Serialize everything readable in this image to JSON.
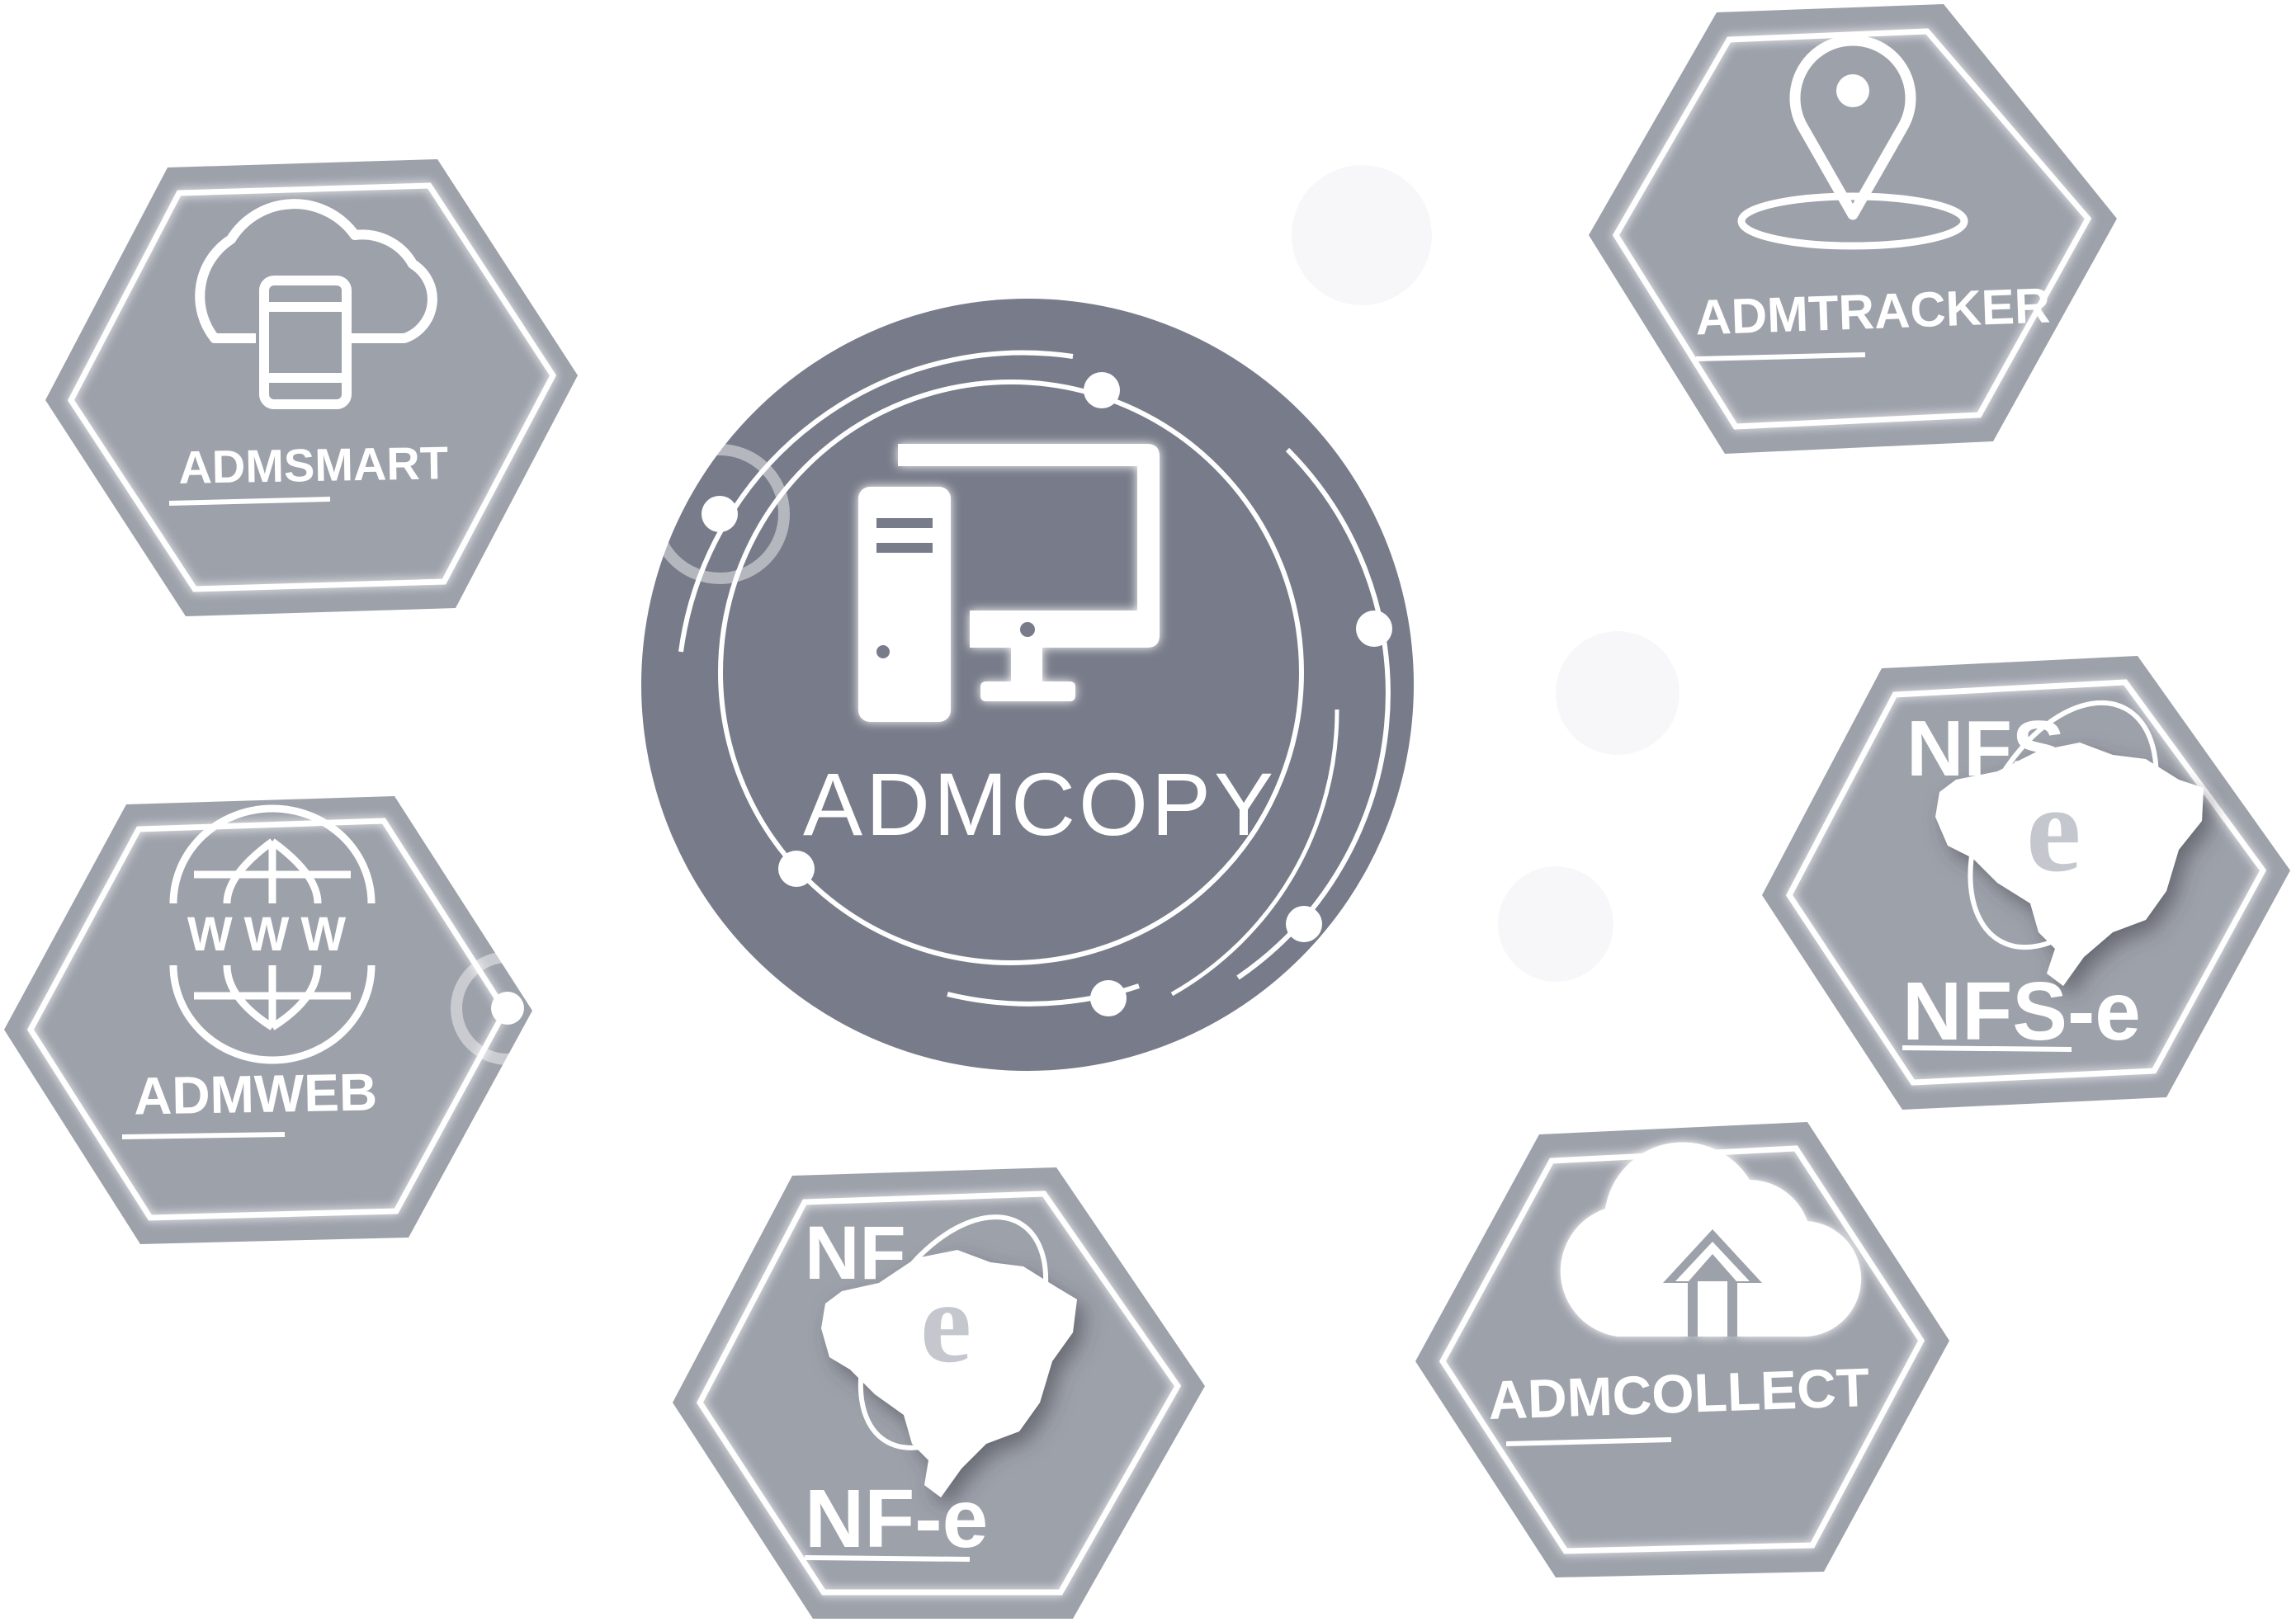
{
  "center": {
    "label": "ADMCOPY",
    "icon": "desktop-computer-icon"
  },
  "modules": [
    {
      "id": "admsmart",
      "label": "ADMSMART",
      "icon": "cloud-phone-icon"
    },
    {
      "id": "admtracker",
      "label": "ADMTRACKER",
      "icon": "map-pin-icon"
    },
    {
      "id": "admweb",
      "label": "ADMWEB",
      "icon": "globe-www-icon",
      "icon_text": "WWW"
    },
    {
      "id": "nfse",
      "label": "NFS-e",
      "icon": "nfse-brazil-map-icon",
      "logo_word": "NFS",
      "logo_letter": "e"
    },
    {
      "id": "nfe",
      "label": "NF-e",
      "icon": "nfe-brazil-map-icon",
      "logo_word": "NF",
      "logo_letter": "e"
    },
    {
      "id": "admcollect",
      "label": "ADMCOLLECT",
      "icon": "cloud-upload-icon"
    }
  ],
  "colors": {
    "hexagon_fill": "#9da1aa",
    "center_fill": "#787c8a",
    "line": "#ffffff",
    "background": "#ffffff"
  }
}
